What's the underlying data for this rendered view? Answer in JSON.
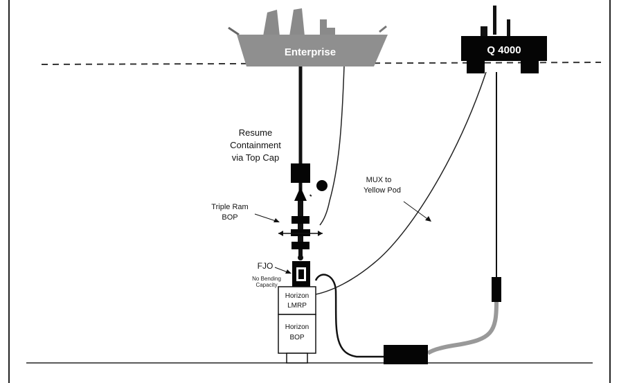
{
  "vessels": {
    "enterprise": "Enterprise",
    "q4000": "Q 4000"
  },
  "labels": {
    "resume_line1": "Resume",
    "resume_line2": "Containment",
    "resume_line3": "via Top Cap",
    "triple_ram_line1": "Triple Ram",
    "triple_ram_line2": "BOP",
    "fjo": "FJO",
    "no_bending_line1": "No Bending",
    "no_bending_line2": "Capacity",
    "mux_line1": "MUX to",
    "mux_line2": "Yellow Pod",
    "lmrp_line1": "Horizon",
    "lmrp_line2": "LMRP",
    "bop_line1": "Horizon",
    "bop_line2": "BOP"
  }
}
